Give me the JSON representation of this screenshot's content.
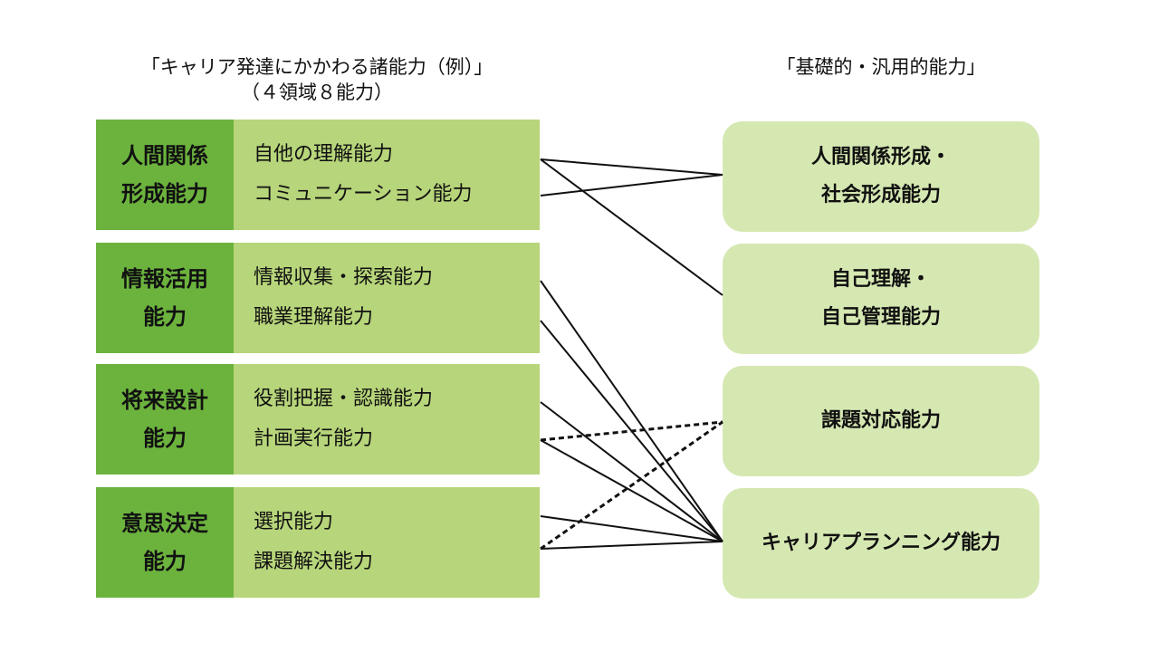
{
  "left_heading": {
    "line1": "「キャリア発達にかかわる諸能力（例）」",
    "line2": "（４領域８能力）"
  },
  "right_heading": "「基礎的・汎用的能力」",
  "domains": [
    {
      "name_line1": "人間関係",
      "name_line2": "形成能力",
      "skills": [
        "自他の理解能力",
        "コミュニケーション能力"
      ]
    },
    {
      "name_line1": "情報活用",
      "name_line2": "能力",
      "skills": [
        "情報収集・探索能力",
        "職業理解能力"
      ]
    },
    {
      "name_line1": "将来設計",
      "name_line2": "能力",
      "skills": [
        "役割把握・認識能力",
        "計画実行能力"
      ]
    },
    {
      "name_line1": "意思決定",
      "name_line2": "能力",
      "skills": [
        "選択能力",
        "課題解決能力"
      ]
    }
  ],
  "basic_abilities": [
    {
      "line1": "人間関係形成・",
      "line2": "社会形成能力"
    },
    {
      "line1": "自己理解・",
      "line2": "自己管理能力"
    },
    {
      "line1": "課題対応能力",
      "line2": ""
    },
    {
      "line1": "キャリアプランニング能力",
      "line2": ""
    }
  ],
  "links": [
    {
      "from": "自他の理解能力",
      "to": "人間関係形成・社会形成能力",
      "style": "solid"
    },
    {
      "from": "自他の理解能力",
      "to": "自己理解・自己管理能力",
      "style": "solid"
    },
    {
      "from": "コミュニケーション能力",
      "to": "人間関係形成・社会形成能力",
      "style": "solid"
    },
    {
      "from": "情報収集・探索能力",
      "to": "キャリアプランニング能力",
      "style": "solid"
    },
    {
      "from": "職業理解能力",
      "to": "キャリアプランニング能力",
      "style": "solid"
    },
    {
      "from": "役割把握・認識能力",
      "to": "キャリアプランニング能力",
      "style": "solid"
    },
    {
      "from": "計画実行能力",
      "to": "キャリアプランニング能力",
      "style": "solid"
    },
    {
      "from": "計画実行能力",
      "to": "課題対応能力",
      "style": "dashed"
    },
    {
      "from": "選択能力",
      "to": "キャリアプランニング能力",
      "style": "solid"
    },
    {
      "from": "課題解決能力",
      "to": "キャリアプランニング能力",
      "style": "solid"
    },
    {
      "from": "課題解決能力",
      "to": "課題対応能力",
      "style": "dashed"
    }
  ]
}
